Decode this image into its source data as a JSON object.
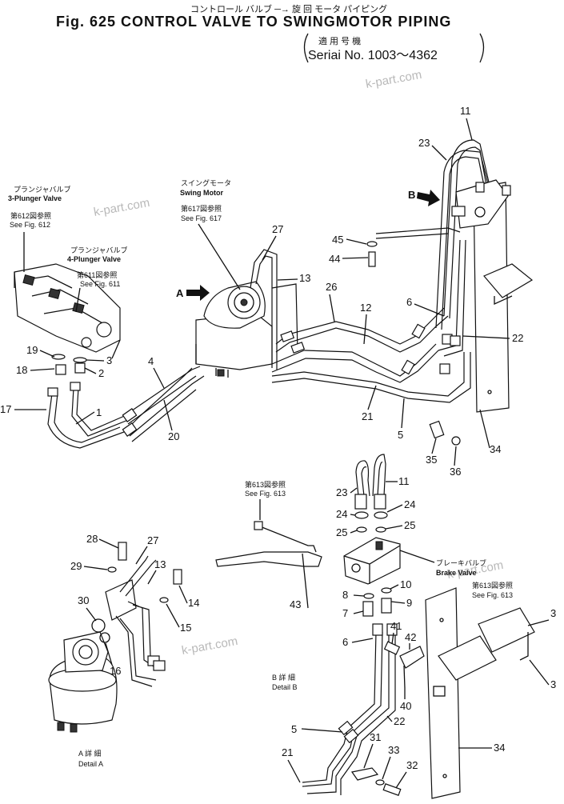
{
  "header": {
    "title_jp": "コントロール バルブ ─→ 旋 回 モータ パイピング",
    "title_en": "Fig. 625  CONTROL VALVE TO SWINGMOTOR PIPING",
    "serial_jp": "適 用 号 機",
    "serial_en": "Seriai No. 1003～4362"
  },
  "watermarks": [
    "k-part.com",
    "k-part.com",
    "k-part.com",
    "k-part.com"
  ],
  "annotations": {
    "plunger3_jp": "プランジャバルブ",
    "plunger3_en": "3-Plunger Valve",
    "plunger3_ref_jp": "第612図参照",
    "plunger3_ref_en": "See Fig. 612",
    "plunger4_jp": "プランジャバルブ",
    "plunger4_en": "4-Plunger Valve",
    "plunger4_ref_jp": "第611図参照",
    "plunger4_ref_en": "See Fig. 611",
    "swing_jp": "スイングモータ",
    "swing_en": "Swing Motor",
    "swing_ref_jp": "第617図参照",
    "swing_ref_en": "See Fig. 617",
    "fig613_jp": "第613図参照",
    "fig613_en": "See Fig. 613",
    "brake_jp": "ブレーキバルブ",
    "brake_en": "Brake Valve",
    "fig613b_jp": "第613図参照",
    "fig613b_en": "See Fig. 613",
    "detailB_jp": "B 詳 細",
    "detailB_en": "Detail  B",
    "detailA_jp": "A 詳 細",
    "detailA_en": "Detail  A",
    "arrowA": "A",
    "arrowB": "B"
  },
  "callouts": {
    "c11a": "11",
    "c23a": "23",
    "c45": "45",
    "c44": "44",
    "c27a": "27",
    "c13a": "13",
    "c26": "26",
    "c12": "12",
    "c6a": "6",
    "c22a": "22",
    "c19": "19",
    "c3": "3",
    "c18": "18",
    "c2": "2",
    "c4": "4",
    "c17": "17",
    "c1": "1",
    "c20": "20",
    "c21a": "21",
    "c5a": "5",
    "c35": "35",
    "c36": "36",
    "c34a": "34",
    "c23b": "23",
    "c11b": "11",
    "c24a": "24",
    "c24b": "24",
    "c25a": "25",
    "c25b": "25",
    "c28": "28",
    "c27b": "27",
    "c29": "29",
    "c13b": "13",
    "c14": "14",
    "c30": "30",
    "c15": "15",
    "c16": "16",
    "c10": "10",
    "c43": "43",
    "c8": "8",
    "c9": "9",
    "c7": "7",
    "c41": "41",
    "c42": "42",
    "c6b": "6",
    "c40": "40",
    "c22b": "22",
    "c5b": "5",
    "c31": "31",
    "c33": "33",
    "c21b": "21",
    "c32": "32",
    "c34b": "34",
    "c3edge": "3",
    "c3edge2": "3"
  }
}
